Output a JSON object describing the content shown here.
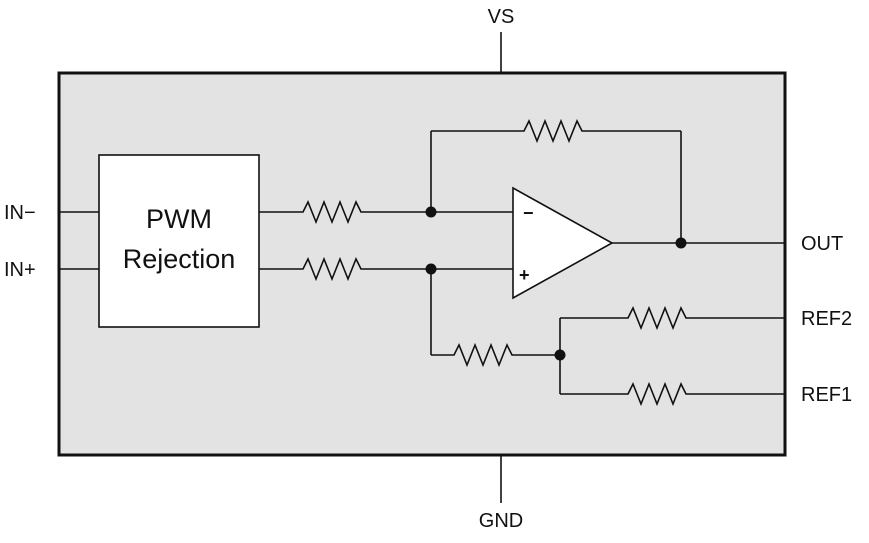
{
  "diagram": {
    "pins": {
      "vs": "VS",
      "gnd": "GND",
      "in_minus": "IN−",
      "in_plus": "IN+",
      "out": "OUT",
      "ref2": "REF2",
      "ref1": "REF1"
    },
    "block": {
      "line1": "PWM",
      "line2": "Rejection"
    },
    "opamp": {
      "inverting_sign": "−",
      "noninverting_sign": "+"
    },
    "colors": {
      "package_fill": "#e3e3e3",
      "block_fill": "#ffffff",
      "line": "#111111"
    }
  }
}
